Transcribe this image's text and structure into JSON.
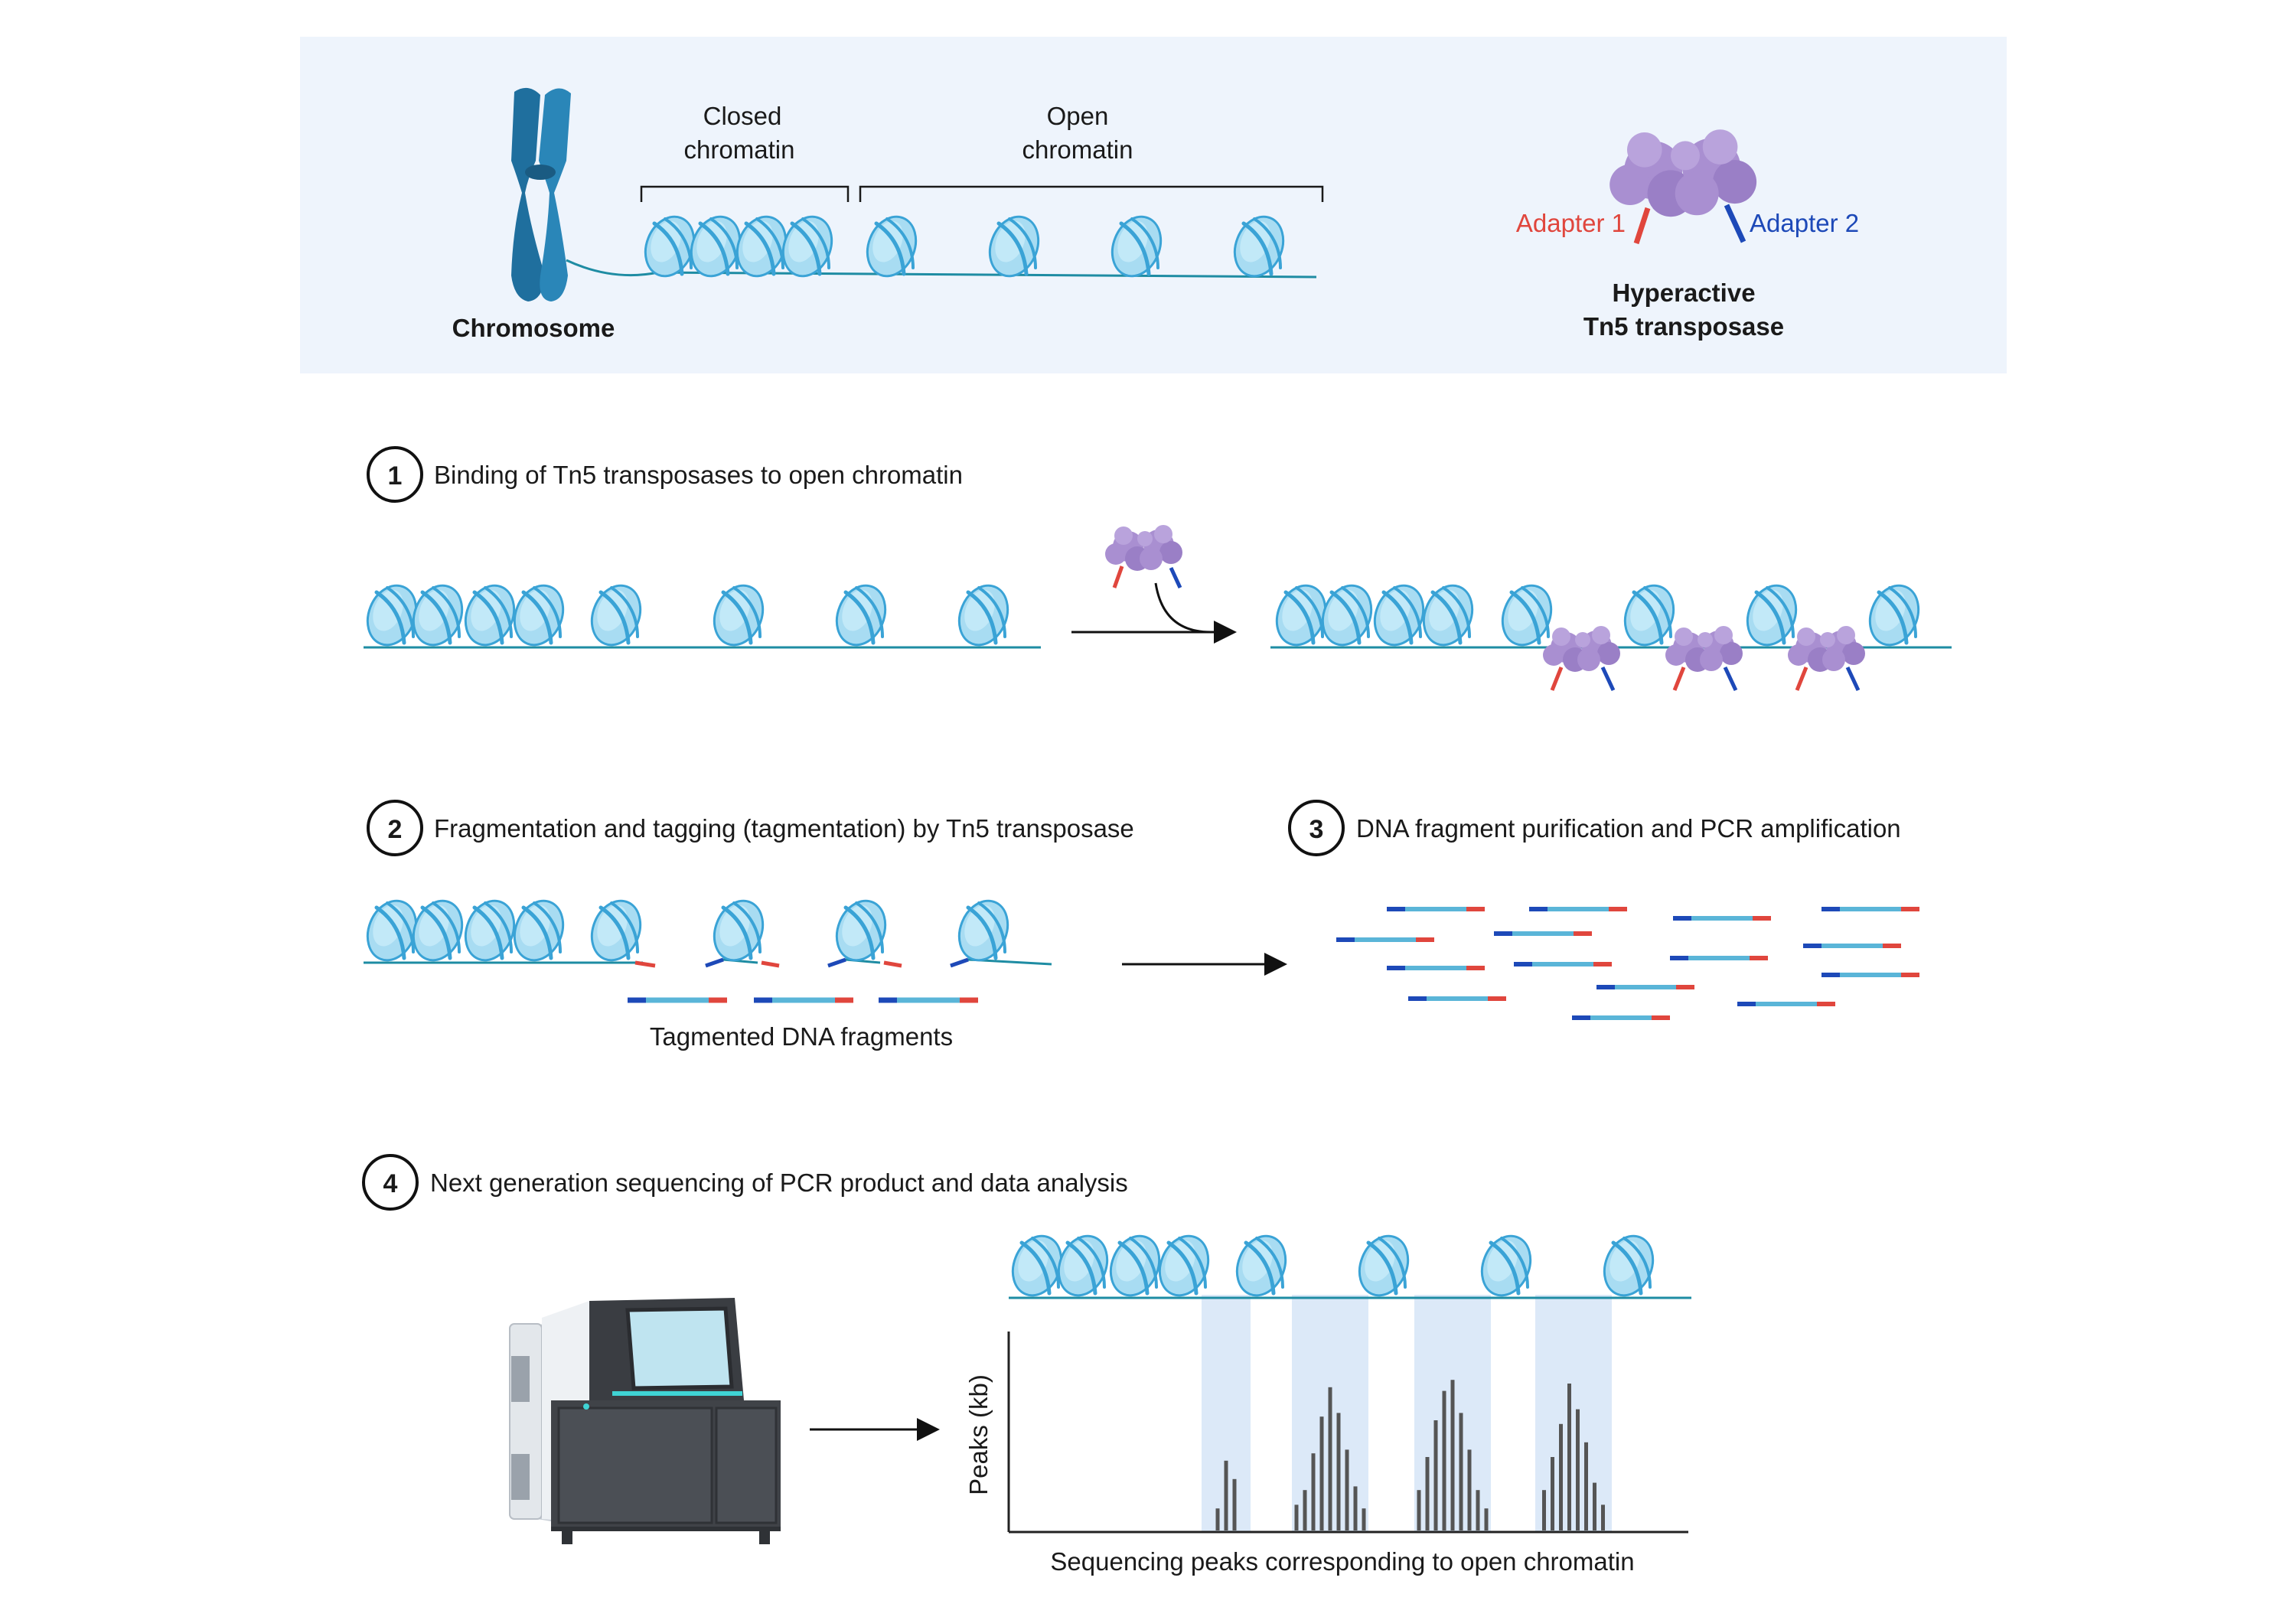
{
  "overview": {
    "chromosome_label": "Chromosome",
    "closed_label_line1": "Closed",
    "closed_label_line2": "chromatin",
    "open_label_line1": "Open",
    "open_label_line2": "chromatin",
    "adapter1_label": "Adapter 1",
    "adapter2_label": "Adapter 2",
    "tn5_label_line1": "Hyperactive",
    "tn5_label_line2": "Tn5 transposase"
  },
  "steps": [
    {
      "number": "1",
      "title": "Binding of Tn5 transposases to open chromatin"
    },
    {
      "number": "2",
      "title": "Fragmentation and tagging (tagmentation) by Tn5 transposase"
    },
    {
      "number": "3",
      "title": "DNA fragment purification and PCR amplification"
    },
    {
      "number": "4",
      "title": "Next generation sequencing of PCR product and data analysis"
    }
  ],
  "step2": {
    "fragments_caption": "Tagmented DNA fragments"
  },
  "step4": {
    "y_axis_label": "Peaks (kb)",
    "peaks_caption": "Sequencing peaks corresponding to open chromatin",
    "peak_groups": [
      [
        0.12,
        0.38,
        0.28
      ],
      [
        0.14,
        0.22,
        0.42,
        0.62,
        0.78,
        0.64,
        0.44,
        0.24,
        0.12
      ],
      [
        0.22,
        0.4,
        0.6,
        0.76,
        0.82,
        0.64,
        0.44,
        0.22,
        0.12
      ],
      [
        0.22,
        0.4,
        0.58,
        0.8,
        0.66,
        0.48,
        0.26,
        0.14
      ]
    ]
  },
  "colors": {
    "panel_bg": "#eef4fc",
    "nucleosome": "#a8dcf2",
    "nucleosome_band": "#3aa3d6",
    "dna_line": "#1e8ca3",
    "chromosome": "#1f6f9e",
    "tn5": "#a98fd1",
    "adapter1": "#e0463d",
    "adapter2": "#1d49b8",
    "fragment": "#5ab5d8",
    "peak_bar": "#555555",
    "highlight": "#dce9f8"
  }
}
